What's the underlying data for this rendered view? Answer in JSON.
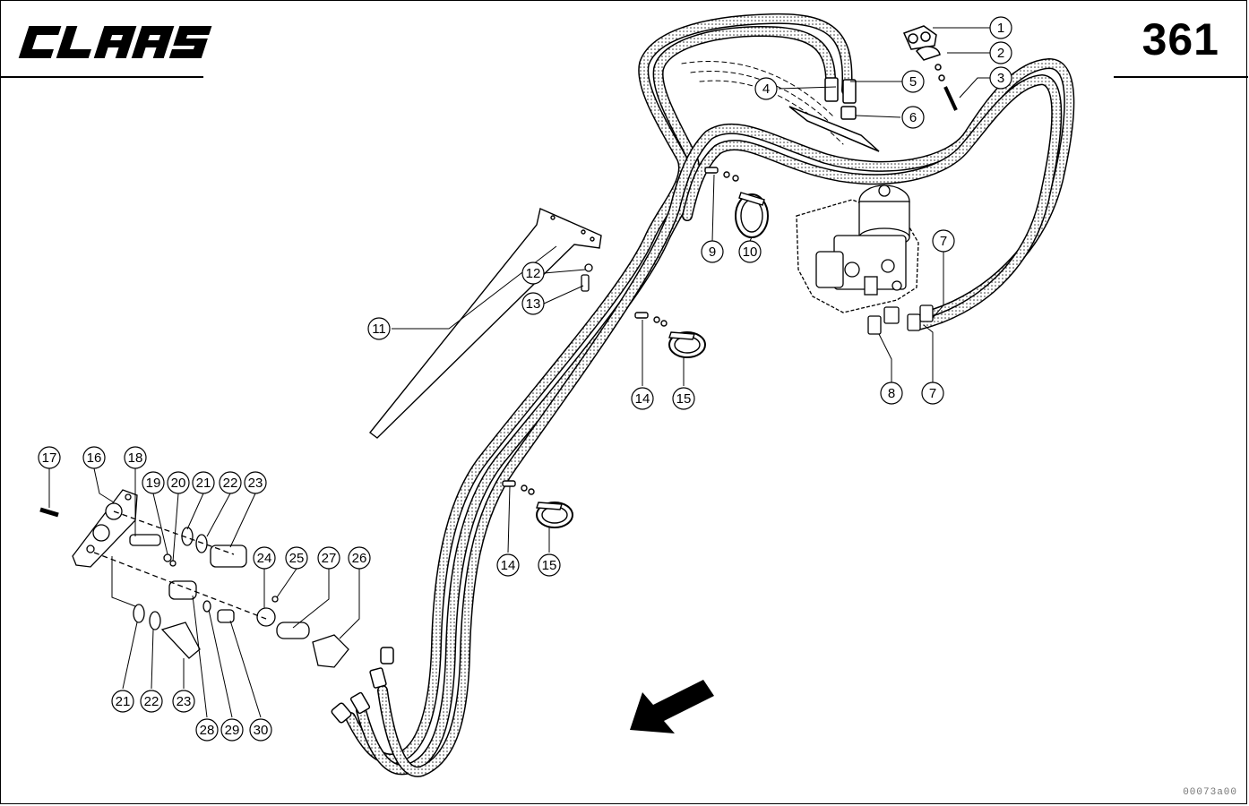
{
  "header": {
    "brand": "CLAAS",
    "page_number": "361",
    "brand_color": "#000000"
  },
  "footer": {
    "drawing_code": "00073a00"
  },
  "callouts": [
    {
      "label": "1"
    },
    {
      "label": "2"
    },
    {
      "label": "3"
    },
    {
      "label": "4"
    },
    {
      "label": "5"
    },
    {
      "label": "6"
    },
    {
      "label": "7"
    },
    {
      "label": "7"
    },
    {
      "label": "8"
    },
    {
      "label": "9"
    },
    {
      "label": "10"
    },
    {
      "label": "11"
    },
    {
      "label": "12"
    },
    {
      "label": "13"
    },
    {
      "label": "14"
    },
    {
      "label": "15"
    },
    {
      "label": "14"
    },
    {
      "label": "15"
    },
    {
      "label": "16"
    },
    {
      "label": "17"
    },
    {
      "label": "18"
    },
    {
      "label": "19"
    },
    {
      "label": "20"
    },
    {
      "label": "21"
    },
    {
      "label": "22"
    },
    {
      "label": "23"
    },
    {
      "label": "24"
    },
    {
      "label": "25"
    },
    {
      "label": "27"
    },
    {
      "label": "26"
    },
    {
      "label": "21"
    },
    {
      "label": "22"
    },
    {
      "label": "23"
    },
    {
      "label": "28"
    },
    {
      "label": "29"
    },
    {
      "label": "30"
    }
  ]
}
